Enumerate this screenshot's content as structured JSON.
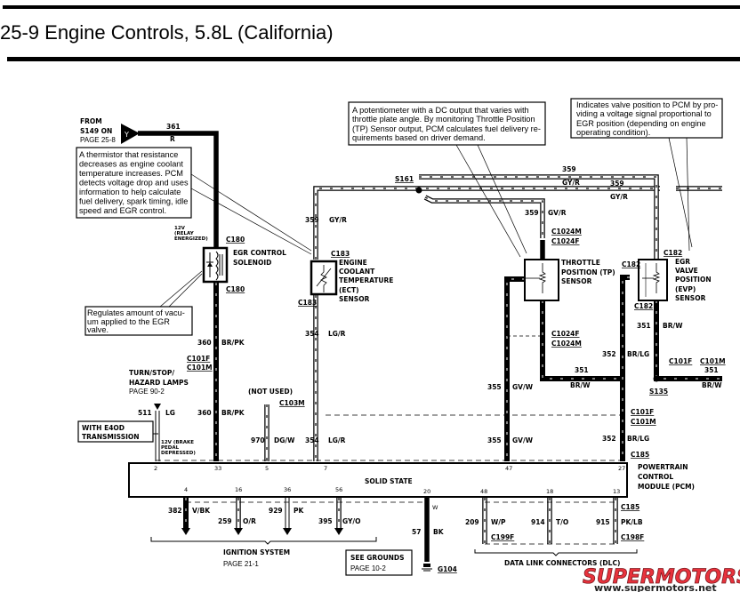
{
  "title": "25-9 Engine Controls, 5.8L (California)",
  "source": {
    "from": "FROM",
    "splice": "S149 ON",
    "page": "PAGE 25-8",
    "connector_letter": "Y"
  },
  "notes": {
    "ect": [
      "A thermistor that resistance",
      "decreases as engine coolant",
      "temperature increases. PCM",
      "detects voltage drop and uses",
      "information to help calculate",
      "fuel delivery, spark timing, idle",
      "speed and EGR control."
    ],
    "egr_solenoid": [
      "Regulates amount of vacu-",
      "um applied to the EGR",
      "valve."
    ],
    "tp": [
      "A potentiometer with a DC output that varies with",
      "throttle plate angle. By monitoring Throttle Position",
      "(TP) Sensor output, PCM calculates fuel delivery re-",
      "quirements based on driver demand."
    ],
    "evp": [
      "Indicates valve position to PCM by pro-",
      "viding a voltage signal proportional to",
      "EGR position (depending on engine",
      "operating condition)."
    ]
  },
  "components": {
    "egr_solenoid": [
      "EGR CONTROL",
      "SOLENOID"
    ],
    "ect": [
      "ENGINE",
      "COOLANT",
      "TEMPERATURE",
      "(ECT)",
      "SENSOR"
    ],
    "tp": [
      "THROTTLE",
      "POSITION (TP)",
      "SENSOR"
    ],
    "evp": [
      "EGR",
      "VALVE",
      "POSITION",
      "(EVP)",
      "SENSOR"
    ],
    "pcm": [
      "POWERTRAIN",
      "CONTROL",
      "MODULE (PCM)"
    ],
    "pcm_state": "SOLID STATE",
    "relay_note": [
      "12V",
      "(RELAY",
      "ENERGIZED)"
    ],
    "brake_note": [
      "12V (BRAKE",
      "PEDAL",
      "DEPRESSED)"
    ],
    "e4od": [
      "WITH E4OD",
      "TRANSMISSION"
    ],
    "turn": [
      "TURN/STOP/",
      "HAZARD LAMPS",
      "PAGE 90-2"
    ],
    "not_used": "(NOT USED)",
    "ignition": [
      "IGNITION SYSTEM",
      "PAGE 21-1"
    ],
    "grounds": [
      "SEE GROUNDS",
      "PAGE 10-2"
    ],
    "dlc": "DATA LINK CONNECTORS (DLC)"
  },
  "connectors": {
    "c180": "C180",
    "c183": "C183",
    "c182": "C182",
    "c1024m": "C1024M",
    "c1024f": "C1024F",
    "c101f": "C101F",
    "c101m": "C101M",
    "c103m": "C103M",
    "c185": "C185",
    "c199f": "C199F",
    "c198f": "C198F",
    "s161": "S161",
    "s135": "S135",
    "g104": "G104"
  },
  "wires": {
    "w361": [
      "361",
      "R"
    ],
    "w360": [
      "360",
      "BR/PK"
    ],
    "w359": [
      "359",
      "GY/R"
    ],
    "w354": [
      "354",
      "LG/R"
    ],
    "w355": [
      "355",
      "GV/W"
    ],
    "w351": [
      "351",
      "BR/W"
    ],
    "w352": [
      "352",
      "BR/LG"
    ],
    "w511": [
      "511",
      "LG"
    ],
    "w970": [
      "970",
      "DG/W"
    ],
    "w382": [
      "382",
      "V/BK"
    ],
    "w259": [
      "259",
      "O/R"
    ],
    "w929": [
      "929",
      "PK"
    ],
    "w395": [
      "395",
      "GY/O"
    ],
    "w57": [
      "57",
      "BK"
    ],
    "w209": [
      "209",
      "W/P"
    ],
    "w914": [
      "914",
      "T/O"
    ],
    "w915": [
      "915",
      "PK/LB"
    ],
    "w359b": [
      "359",
      "GV/R"
    ]
  },
  "pins": {
    "top": [
      "2",
      "33",
      "5",
      "7",
      "47",
      "27"
    ],
    "bottom": [
      "4",
      "16",
      "36",
      "56",
      "20",
      "48",
      "18",
      "13"
    ],
    "w": "W"
  },
  "watermark": {
    "logo": "SUPERMOTORS",
    "url": "www.supermotors.net"
  }
}
